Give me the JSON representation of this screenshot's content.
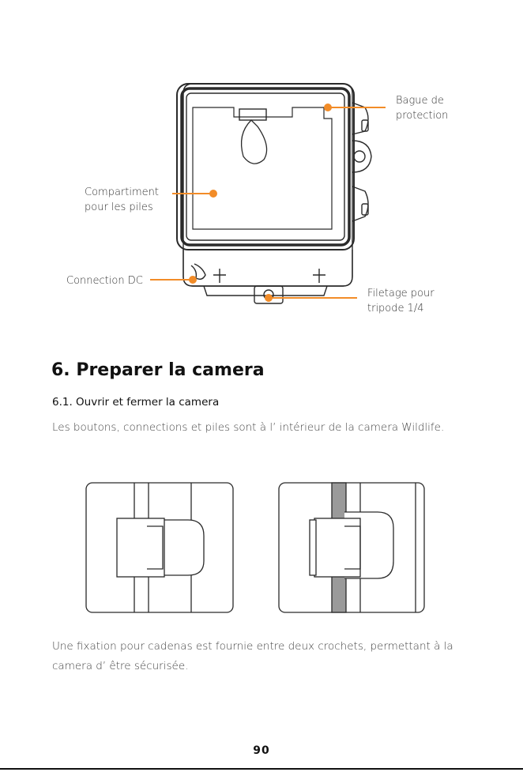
{
  "diagram": {
    "callouts": {
      "bague": [
        "Bague de",
        "protection"
      ],
      "compartiment": [
        "Compartiment",
        "pour les piles"
      ],
      "connection": "Connection DC",
      "filetage": [
        "Filetage pour",
        "tripode 1/4"
      ]
    },
    "accent_color": "#f28c28"
  },
  "section": {
    "heading": "6. Preparer la camera",
    "subheading": "6.1. Ouvrir et fermer la camera",
    "intro": "Les boutons, connections et piles sont à l’ intérieur de la camera Wildlife."
  },
  "latch_caption": [
    "Une fixation pour cadenas est fournie entre deux crochets, permettant à la",
    "camera d’ être sécurisée."
  ],
  "page_number": "90"
}
